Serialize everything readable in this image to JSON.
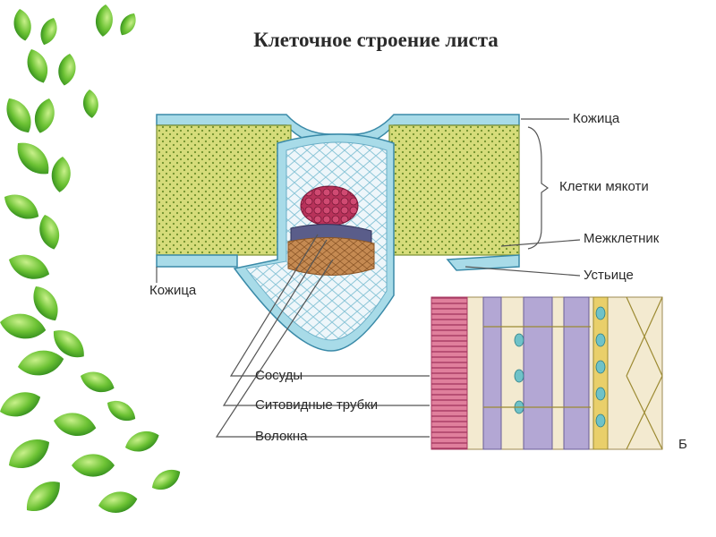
{
  "title": "Клеточное строение листа",
  "labels": {
    "epidermis_top": "Кожица",
    "mesophyll": "Клетки мякоти",
    "intercellular": "Межклетник",
    "stomata": "Устьице",
    "epidermis_bottom": "Кожица",
    "vessels": "Сосуды",
    "sieve_tubes": "Ситовидные трубки",
    "fibers": "Волокна",
    "panel_letter": "Б"
  },
  "colors": {
    "epidermis": "#a8dbe8",
    "mesophyll": "#d6dc7a",
    "cell_dots": "#6f8f2c",
    "xylem": "#b8325a",
    "phloem": "#5a5d8a",
    "fibers": "#c58a52",
    "vessel_pink": "#e07f9c",
    "sieve_violet": "#b3a7d4",
    "parenchyma_yellow": "#e9cf6a",
    "leaf_green": "#52b52c"
  }
}
